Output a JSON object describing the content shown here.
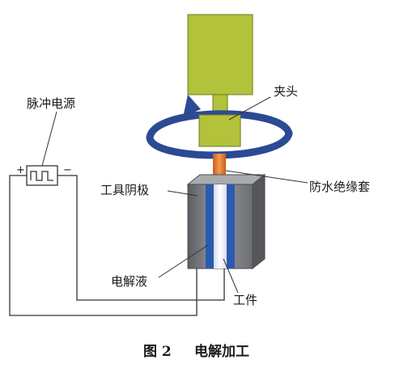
{
  "labels": {
    "power_supply": "脉冲电源",
    "plus": "+",
    "minus": "−",
    "chuck": "夹头",
    "waterproof_sleeve": "防水绝缘套",
    "tool_cathode": "工具阴极",
    "electrolyte": "电解液",
    "workpiece": "工件"
  },
  "caption": {
    "figure": "图 2",
    "title": "电解加工"
  },
  "colors": {
    "spindle_green": "#b2c23a",
    "rotation_arrow": "#2b4a94",
    "sleeve_orange": "#e07a2e",
    "cathode_gray": "#7d7f84",
    "electrolyte_blue": "#2a5bb0",
    "workpiece_white": "#f2f4f8"
  },
  "icons": {
    "rotation": "curved-rotation-arrow",
    "pulse": "square-wave-icon"
  }
}
